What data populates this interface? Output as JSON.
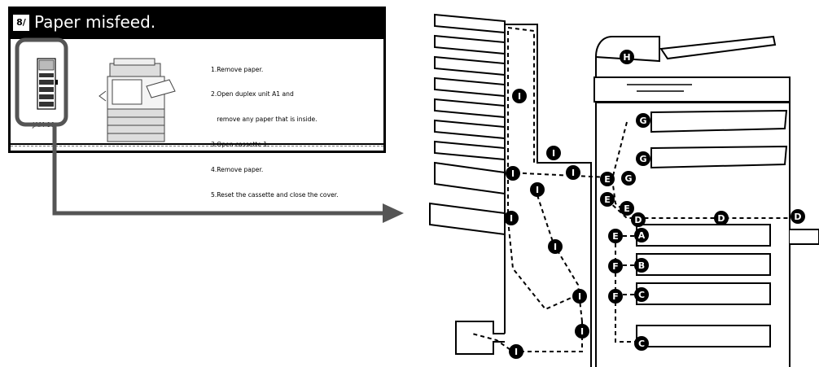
{
  "panel": {
    "title": "Paper misfeed.",
    "icon": "paper-jam-icon",
    "jam_code": "JAM 00",
    "instructions": [
      "1.Remove paper.",
      "2.Open duplex unit A1 and",
      "   remove any paper that is inside.",
      "3.Open cassette 1.",
      "4.Remove paper.",
      "5.Reset the cassette and close the cover."
    ]
  },
  "diagram": {
    "jam_locations": {
      "A": "A",
      "B": "B",
      "C": "C",
      "D": "D",
      "E": "E",
      "F": "F",
      "G": "G",
      "H": "H",
      "I": "I"
    }
  }
}
